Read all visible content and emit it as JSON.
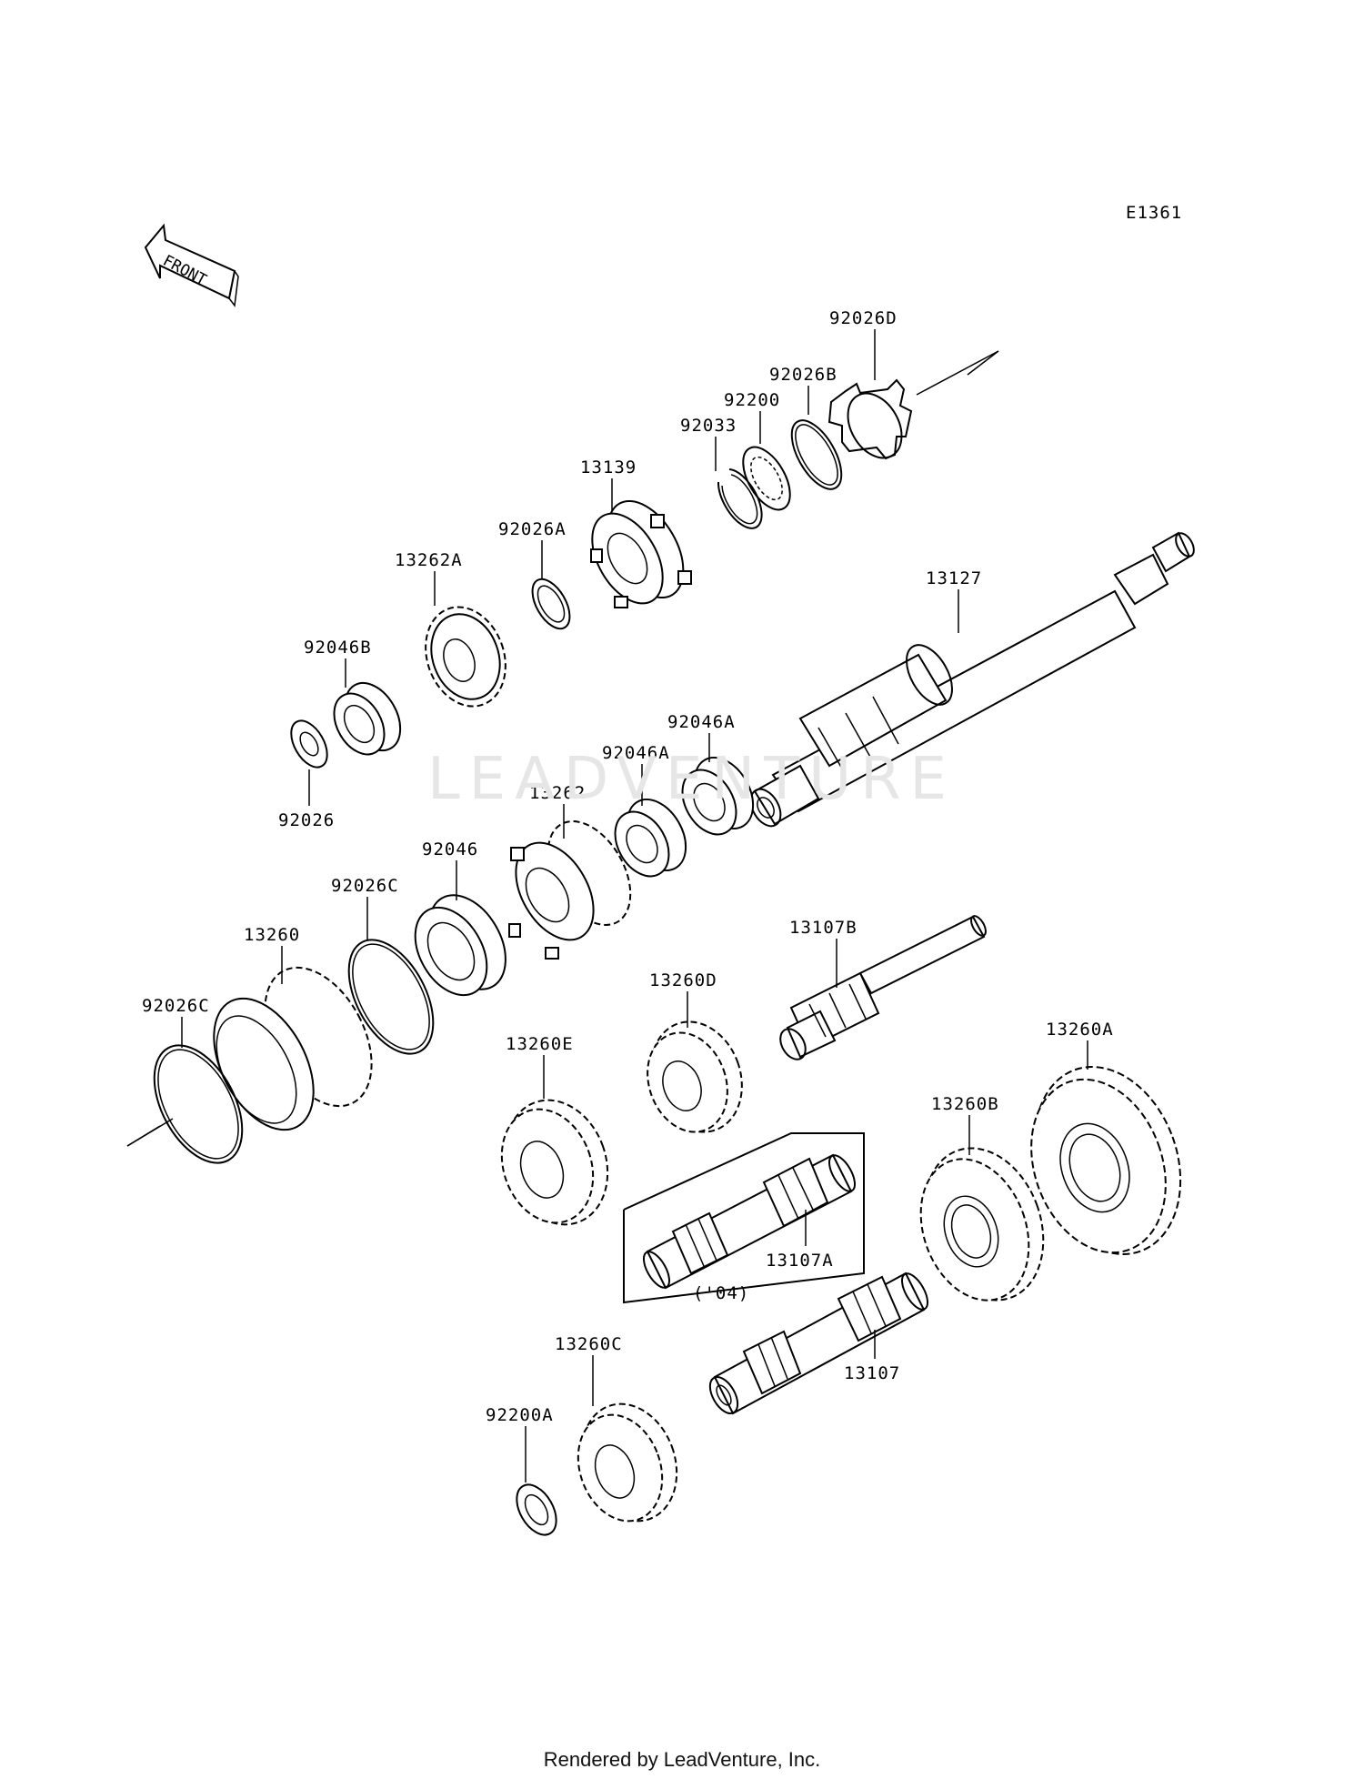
{
  "diagram": {
    "code": "E1361",
    "front_label": "FRONT",
    "group_label": "('04)",
    "labels": {
      "p92026D": "92026D",
      "p92026B": "92026B",
      "p92200": "92200",
      "p92033": "92033",
      "p13139": "13139",
      "p92026A": "92026A",
      "p13262A": "13262A",
      "p13127": "13127",
      "p92046B": "92046B",
      "p92026": "92026",
      "p92046A_1": "92046A",
      "p92046A_2": "92046A",
      "p13262": "13262",
      "p92046": "92046",
      "p92026C_1": "92026C",
      "p92026C_2": "92026C",
      "p13260": "13260",
      "p13107B": "13107B",
      "p13260D": "13260D",
      "p13260E": "13260E",
      "p13260A": "13260A",
      "p13260B": "13260B",
      "p13107A": "13107A",
      "p13107": "13107",
      "p13260C": "13260C",
      "p92200A": "92200A"
    }
  },
  "watermark": "LEADVENTURE",
  "footer": "Rendered by LeadVenture, Inc."
}
